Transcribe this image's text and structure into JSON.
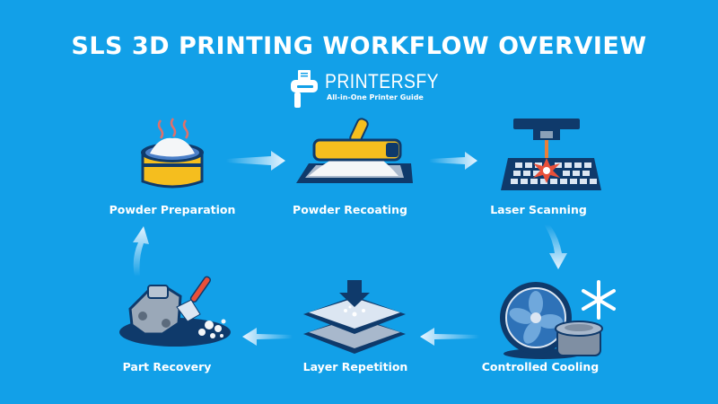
{
  "title": "SLS 3D PRINTING WORKFLOW OVERVIEW",
  "brand": {
    "name": "PRINTERSFY",
    "tagline": "All-in-One Printer Guide"
  },
  "colors": {
    "background": "#12A0E8",
    "dark_navy": "#0F3A6B",
    "yellow": "#F5BE1E",
    "laser_red": "#E8503A",
    "arrow": "#E6F4FF"
  },
  "steps": [
    {
      "label": "Powder Preparation",
      "icon": "heated-powder-bowl-icon"
    },
    {
      "label": "Powder Recoating",
      "icon": "recoater-roller-icon"
    },
    {
      "label": "Laser Scanning",
      "icon": "laser-bed-icon"
    },
    {
      "label": "Controlled Cooling",
      "icon": "fan-snowflake-icon"
    },
    {
      "label": "Layer Repetition",
      "icon": "stacked-layers-icon"
    },
    {
      "label": "Part Recovery",
      "icon": "part-brush-icon"
    }
  ],
  "flow": [
    "Powder Preparation → Powder Recoating",
    "Powder Recoating → Laser Scanning",
    "Laser Scanning → Controlled Cooling",
    "Controlled Cooling → Layer Repetition",
    "Layer Repetition → Part Recovery",
    "Part Recovery → Powder Preparation"
  ]
}
